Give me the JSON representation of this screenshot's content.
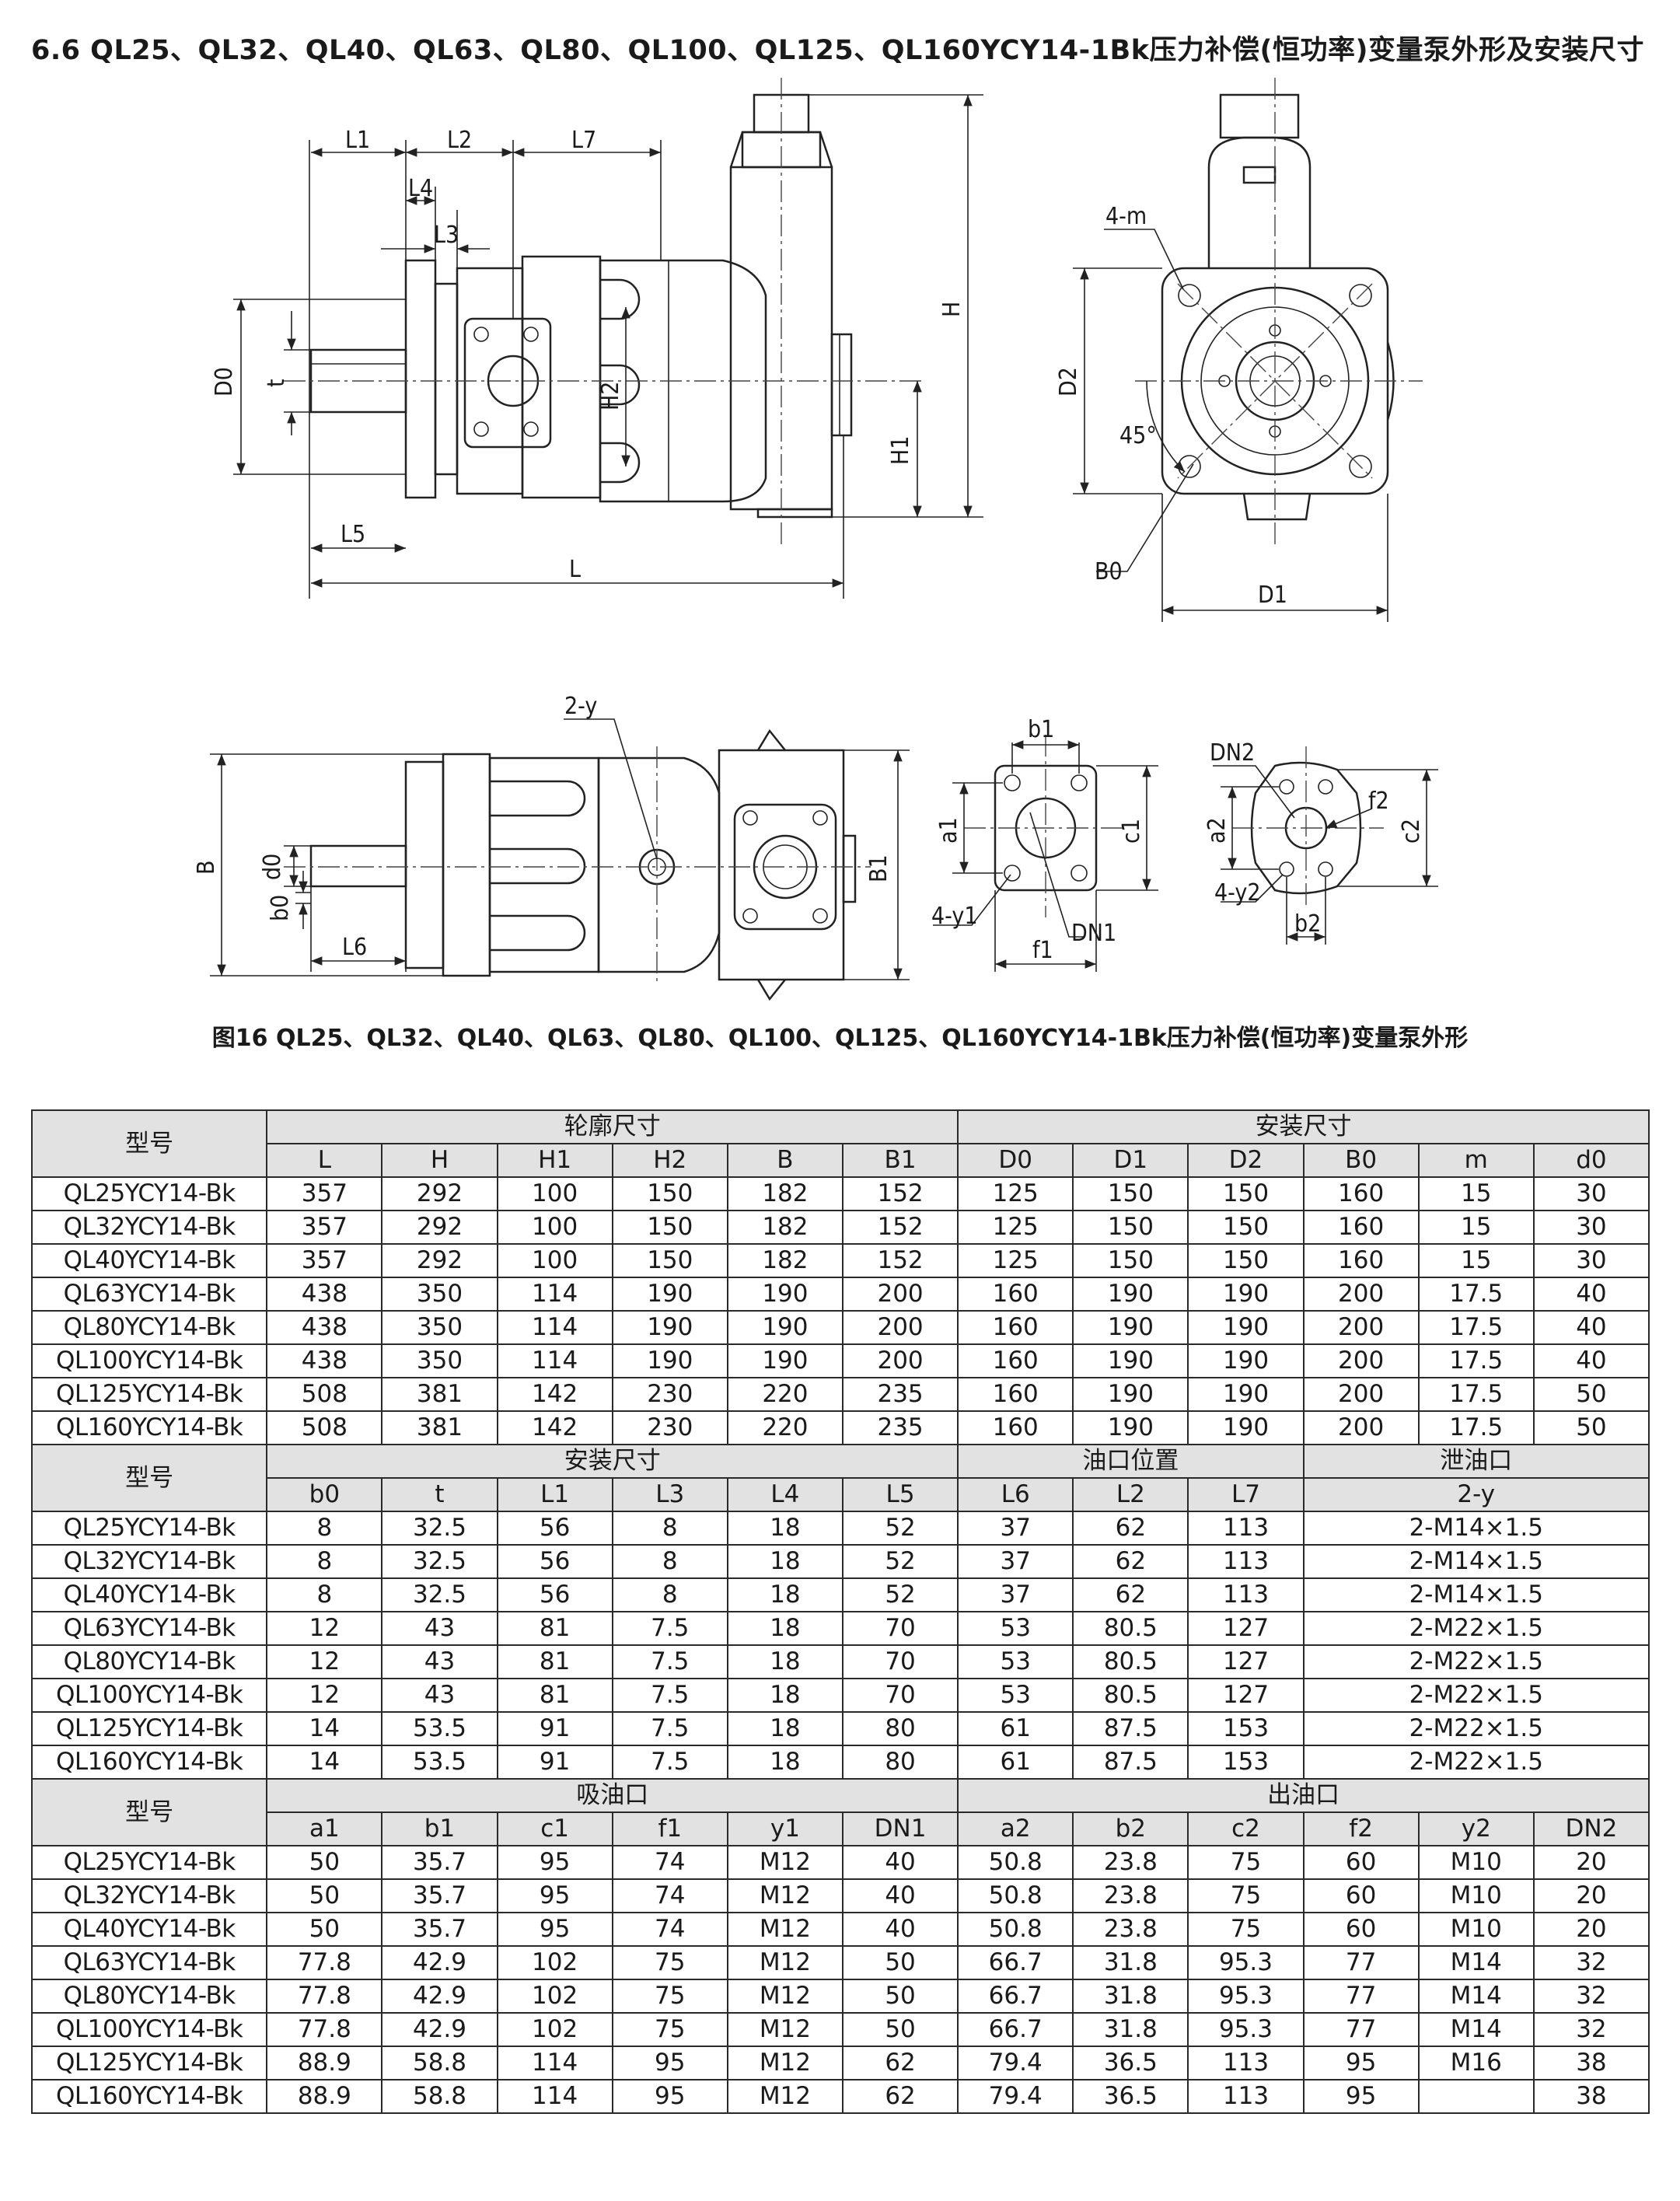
{
  "title": "6.6 QL25、QL32、QL40、QL63、QL80、QL100、QL125、QL160YCY14-1Bk压力补偿(恒功率)变量泵外形及安装尺寸",
  "caption": "图16 QL25、QL32、QL40、QL63、QL80、QL100、QL125、QL160YCY14-1Bk压力补偿(恒功率)变量泵外形",
  "drawing_labels": {
    "L1": "L1",
    "L2": "L2",
    "L7": "L7",
    "L4": "L4",
    "L3": "L3",
    "H": "H",
    "H1": "H1",
    "H2": "H2",
    "D0": "D0",
    "t": "t",
    "L5": "L5",
    "L": "L",
    "m": "4-m",
    "D2": "D2",
    "deg45": "45°",
    "B0": "B0",
    "D1": "D1",
    "y": "2-y",
    "B": "B",
    "d0": "d0",
    "b0": "b0",
    "L6": "L6",
    "B1": "B1",
    "b1": "b1",
    "a1": "a1",
    "c1": "c1",
    "y1": "4-y1",
    "DN1": "DN1",
    "f1": "f1",
    "DN2": "DN2",
    "f2": "f2",
    "a2": "a2",
    "c2": "c2",
    "y2": "4-y2",
    "b2": "b2"
  },
  "table": {
    "model_header": "型号",
    "section1": {
      "group1": "轮廓尺寸",
      "group2": "安装尺寸",
      "cols": [
        "L",
        "H",
        "H1",
        "H2",
        "B",
        "B1",
        "D0",
        "D1",
        "D2",
        "B0",
        "m",
        "d0"
      ],
      "rows": [
        [
          "QL25YCY14-Bk",
          "357",
          "292",
          "100",
          "150",
          "182",
          "152",
          "125",
          "150",
          "150",
          "160",
          "15",
          "30"
        ],
        [
          "QL32YCY14-Bk",
          "357",
          "292",
          "100",
          "150",
          "182",
          "152",
          "125",
          "150",
          "150",
          "160",
          "15",
          "30"
        ],
        [
          "QL40YCY14-Bk",
          "357",
          "292",
          "100",
          "150",
          "182",
          "152",
          "125",
          "150",
          "150",
          "160",
          "15",
          "30"
        ],
        [
          "QL63YCY14-Bk",
          "438",
          "350",
          "114",
          "190",
          "190",
          "200",
          "160",
          "190",
          "190",
          "200",
          "17.5",
          "40"
        ],
        [
          "QL80YCY14-Bk",
          "438",
          "350",
          "114",
          "190",
          "190",
          "200",
          "160",
          "190",
          "190",
          "200",
          "17.5",
          "40"
        ],
        [
          "QL100YCY14-Bk",
          "438",
          "350",
          "114",
          "190",
          "190",
          "200",
          "160",
          "190",
          "190",
          "200",
          "17.5",
          "40"
        ],
        [
          "QL125YCY14-Bk",
          "508",
          "381",
          "142",
          "230",
          "220",
          "235",
          "160",
          "190",
          "190",
          "200",
          "17.5",
          "50"
        ],
        [
          "QL160YCY14-Bk",
          "508",
          "381",
          "142",
          "230",
          "220",
          "235",
          "160",
          "190",
          "190",
          "200",
          "17.5",
          "50"
        ]
      ]
    },
    "section2": {
      "group1": "安装尺寸",
      "group2": "油口位置",
      "group3": "泄油口",
      "cols": [
        "b0",
        "t",
        "L1",
        "L3",
        "L4",
        "L5",
        "L6",
        "L2",
        "L7",
        "2-y"
      ],
      "rows": [
        [
          "QL25YCY14-Bk",
          "8",
          "32.5",
          "56",
          "8",
          "18",
          "52",
          "37",
          "62",
          "113",
          "2-M14×1.5"
        ],
        [
          "QL32YCY14-Bk",
          "8",
          "32.5",
          "56",
          "8",
          "18",
          "52",
          "37",
          "62",
          "113",
          "2-M14×1.5"
        ],
        [
          "QL40YCY14-Bk",
          "8",
          "32.5",
          "56",
          "8",
          "18",
          "52",
          "37",
          "62",
          "113",
          "2-M14×1.5"
        ],
        [
          "QL63YCY14-Bk",
          "12",
          "43",
          "81",
          "7.5",
          "18",
          "70",
          "53",
          "80.5",
          "127",
          "2-M22×1.5"
        ],
        [
          "QL80YCY14-Bk",
          "12",
          "43",
          "81",
          "7.5",
          "18",
          "70",
          "53",
          "80.5",
          "127",
          "2-M22×1.5"
        ],
        [
          "QL100YCY14-Bk",
          "12",
          "43",
          "81",
          "7.5",
          "18",
          "70",
          "53",
          "80.5",
          "127",
          "2-M22×1.5"
        ],
        [
          "QL125YCY14-Bk",
          "14",
          "53.5",
          "91",
          "7.5",
          "18",
          "80",
          "61",
          "87.5",
          "153",
          "2-M22×1.5"
        ],
        [
          "QL160YCY14-Bk",
          "14",
          "53.5",
          "91",
          "7.5",
          "18",
          "80",
          "61",
          "87.5",
          "153",
          "2-M22×1.5"
        ]
      ]
    },
    "section3": {
      "group1": "吸油口",
      "group2": "出油口",
      "cols": [
        "a1",
        "b1",
        "c1",
        "f1",
        "y1",
        "DN1",
        "a2",
        "b2",
        "c2",
        "f2",
        "y2",
        "DN2"
      ],
      "rows": [
        [
          "QL25YCY14-Bk",
          "50",
          "35.7",
          "95",
          "74",
          "M12",
          "40",
          "50.8",
          "23.8",
          "75",
          "60",
          "M10",
          "20"
        ],
        [
          "QL32YCY14-Bk",
          "50",
          "35.7",
          "95",
          "74",
          "M12",
          "40",
          "50.8",
          "23.8",
          "75",
          "60",
          "M10",
          "20"
        ],
        [
          "QL40YCY14-Bk",
          "50",
          "35.7",
          "95",
          "74",
          "M12",
          "40",
          "50.8",
          "23.8",
          "75",
          "60",
          "M10",
          "20"
        ],
        [
          "QL63YCY14-Bk",
          "77.8",
          "42.9",
          "102",
          "75",
          "M12",
          "50",
          "66.7",
          "31.8",
          "95.3",
          "77",
          "M14",
          "32"
        ],
        [
          "QL80YCY14-Bk",
          "77.8",
          "42.9",
          "102",
          "75",
          "M12",
          "50",
          "66.7",
          "31.8",
          "95.3",
          "77",
          "M14",
          "32"
        ],
        [
          "QL100YCY14-Bk",
          "77.8",
          "42.9",
          "102",
          "75",
          "M12",
          "50",
          "66.7",
          "31.8",
          "95.3",
          "77",
          "M14",
          "32"
        ],
        [
          "QL125YCY14-Bk",
          "88.9",
          "58.8",
          "114",
          "95",
          "M12",
          "62",
          "79.4",
          "36.5",
          "113",
          "95",
          "M16",
          "38"
        ],
        [
          "QL160YCY14-Bk",
          "88.9",
          "58.8",
          "114",
          "95",
          "M12",
          "62",
          "79.4",
          "36.5",
          "113",
          "95",
          "",
          "38"
        ]
      ]
    }
  }
}
